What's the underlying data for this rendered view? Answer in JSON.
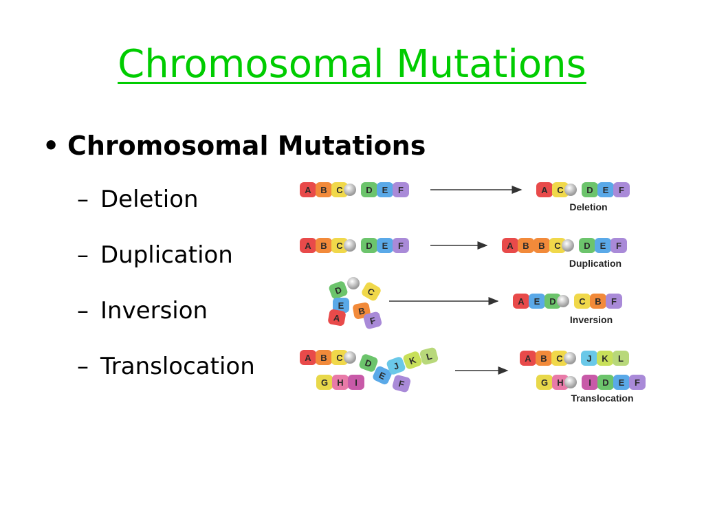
{
  "title": "Chromosomal Mutations",
  "bullet": {
    "marker": "•",
    "text": "Chromosomal Mutations"
  },
  "items": [
    {
      "dash": "–",
      "label": "Deletion"
    },
    {
      "dash": "–",
      "label": "Duplication"
    },
    {
      "dash": "–",
      "label": "Inversion"
    },
    {
      "dash": "–",
      "label": "Translocation"
    }
  ],
  "figure": {
    "captions": {
      "deletion": "Deletion",
      "duplication": "Duplication",
      "inversion": "Inversion",
      "translocation": "Translocation"
    },
    "genes": {
      "A": "A",
      "B": "B",
      "C": "C",
      "D": "D",
      "E": "E",
      "F": "F",
      "G": "G",
      "H": "H",
      "I": "I",
      "J": "J",
      "K": "K",
      "L": "L"
    },
    "colors": {
      "A": "#e84a4a",
      "B": "#f28a3a",
      "C": "#f0d84a",
      "D": "#6cc46c",
      "E": "#5aa9e8",
      "F": "#a98ad8",
      "G": "#e8d84a",
      "H": "#e87aa8",
      "I": "#c85aa8",
      "J": "#6ac8e8",
      "K": "#c8e05a",
      "L": "#b8d87a",
      "centromere": "#c8c8c8",
      "title": "#00cc00"
    }
  }
}
